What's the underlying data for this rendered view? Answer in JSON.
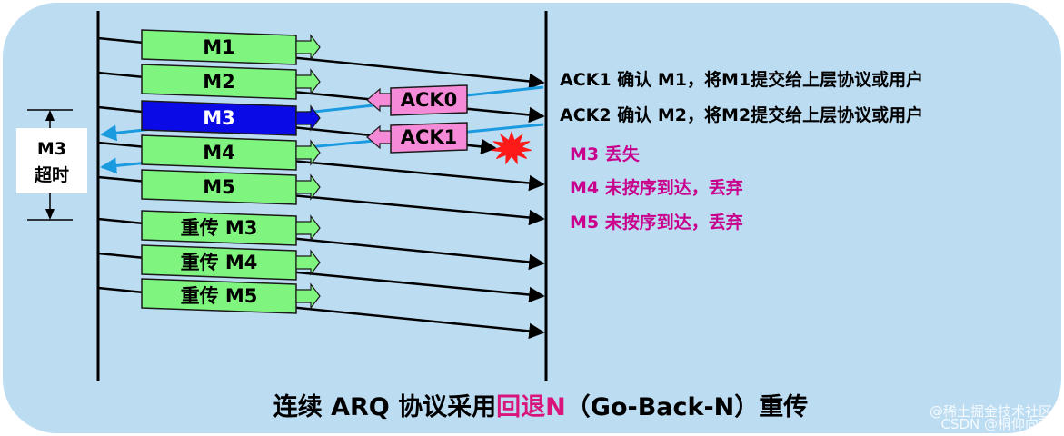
{
  "colors": {
    "panel": "#bcdcf2",
    "frame_green": "#7ff57f",
    "frame_blue": "#0a0ae6",
    "ack_pink": "#f58ad8",
    "data_line": "#000000",
    "ack_line": "#1a9be0",
    "note_black": "#000000",
    "note_magenta": "#c8008c",
    "highlight": "#d9157c",
    "burst": "#ff1a1a"
  },
  "frames": [
    {
      "label": "M1",
      "style": "green"
    },
    {
      "label": "M2",
      "style": "green"
    },
    {
      "label": "M3",
      "style": "blue"
    },
    {
      "label": "M4",
      "style": "green"
    },
    {
      "label": "M5",
      "style": "green"
    },
    {
      "label": "重传 M3",
      "style": "green"
    },
    {
      "label": "重传 M4",
      "style": "green"
    },
    {
      "label": "重传 M5",
      "style": "green"
    }
  ],
  "acks": [
    {
      "label": "ACK0"
    },
    {
      "label": "ACK1"
    }
  ],
  "timeout": {
    "line1": "M3",
    "line2": "超时"
  },
  "notes": [
    {
      "text": "ACK1 确认 M1，将M1提交给上层协议或用户",
      "color": "black"
    },
    {
      "text": "ACK2 确认 M2，将M2提交给上层协议或用户",
      "color": "black"
    },
    {
      "text": "M3 丢失",
      "color": "magenta"
    },
    {
      "text": "M4 未按序到达，丢弃",
      "color": "magenta"
    },
    {
      "text": "M5 未按序到达，丢弃",
      "color": "magenta"
    }
  ],
  "title": {
    "prefix": "连续 ARQ 协议采用",
    "highlight": "回退N",
    "suffix": "（Go-Back-N）重传"
  },
  "watermark": {
    "line1": "@稀土掘金技术社区",
    "line2": "CSDN @桐仰向花"
  },
  "icons": {
    "loss": "burst-icon"
  }
}
